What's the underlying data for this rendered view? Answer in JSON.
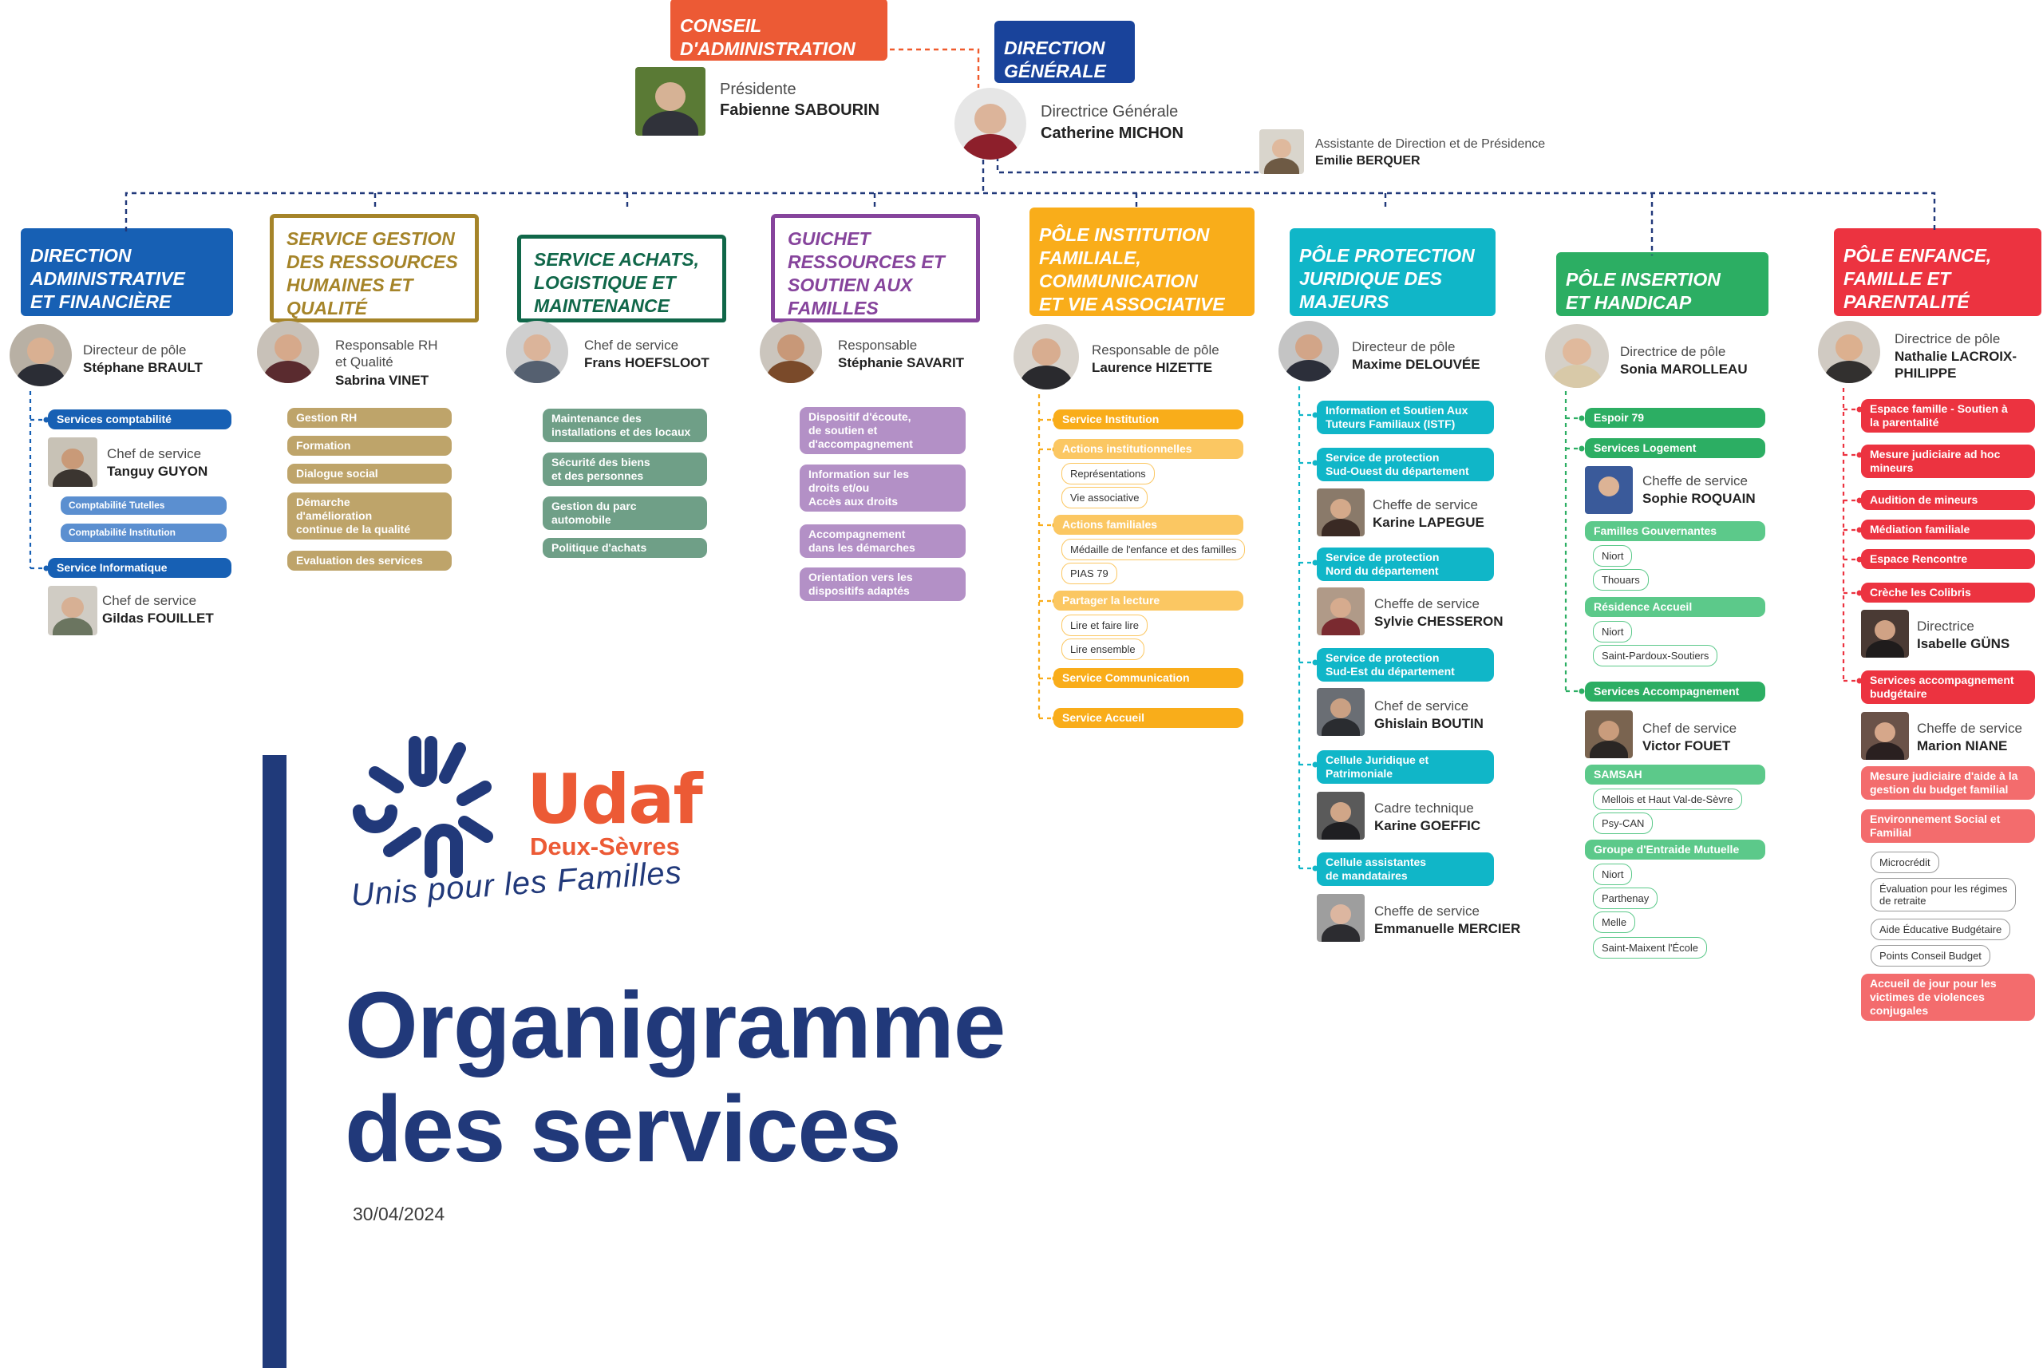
{
  "colors": {
    "conseil": "#f05a2c",
    "direction": "#19439b",
    "daf": "#1760b4",
    "rh": "#a58429",
    "rh_light": "#bea46a",
    "achats": "#106749",
    "achats_light": "#6f9f87",
    "guichet": "#86449c",
    "guichet_light": "#b390c6",
    "institution": "#f9ad1a",
    "institution_light": "#fbc762",
    "majeurs": "#10b6c8",
    "insertion": "#2cae63",
    "insertion_light": "#5cc98a",
    "enfance": "#ec3340",
    "enfance_light": "#f36c6d",
    "navy": "#21397a"
  },
  "top": {
    "conseil": {
      "title": "Conseil\nd'administration",
      "role": "Présidente",
      "name": "Fabienne SABOURIN"
    },
    "direction": {
      "title": "Direction\ngénérale",
      "role": "Directrice Générale",
      "name": "Catherine MICHON"
    },
    "assistante": {
      "role": "Assistante de Direction et de Présidence",
      "name": "Emilie BERQUER"
    }
  },
  "poles": [
    {
      "title": "Direction\nadministrative\net financière",
      "role": "Directeur de pôle",
      "name": "Stéphane BRAULT",
      "items": [
        {
          "label": "Services comptabilité"
        },
        {
          "role": "Chef de service",
          "name": "Tanguy GUYON"
        },
        {
          "label": "Comptabilité Tutelles"
        },
        {
          "label": "Comptabilité Institution"
        },
        {
          "label": "Service Informatique"
        },
        {
          "role": "Chef de service",
          "name": "Gildas FOUILLET"
        }
      ]
    },
    {
      "title": "Service gestion\ndes ressources\nhumaines et\nqualité",
      "role": "Responsable RH\net Qualité",
      "name": "Sabrina VINET",
      "items": [
        {
          "label": "Gestion RH"
        },
        {
          "label": "Formation"
        },
        {
          "label": "Dialogue social"
        },
        {
          "label": "Démarche\nd'amélioration\n  continue de la qualité"
        },
        {
          "label": "Evaluation des services"
        }
      ]
    },
    {
      "title": "Service achats,\nlogistique et\nmaintenance",
      "role": "Chef de service",
      "name": "Frans HOEFSLOOT",
      "items": [
        {
          "label": "Maintenance des\ninstallations et des locaux"
        },
        {
          "label": "Sécurité des biens\n   et des personnes"
        },
        {
          "label": "Gestion du parc\n       automobile"
        },
        {
          "label": "Politique d'achats"
        }
      ]
    },
    {
      "title": "Guichet\nressources et\nsoutien aux\nfamilles",
      "role": "Responsable",
      "name": "Stéphanie SAVARIT",
      "items": [
        {
          "label": "Dispositif d'écoute,\nde soutien et\n   d'accompagnement"
        },
        {
          "label": "Information sur les\ndroits et/ou\n  Accès aux droits"
        },
        {
          "label": "Accompagnement\n   dans les démarches"
        },
        {
          "label": "Orientation vers les\n   dispositifs adaptés"
        }
      ]
    },
    {
      "title": "Pôle institution\nfamiliale,\ncommunication\net vie associative",
      "role": "Responsable de pôle",
      "name": "Laurence HIZETTE",
      "items": [
        {
          "label": "Service Institution"
        },
        {
          "label": "Actions institutionnelles"
        },
        {
          "label": "Représentations"
        },
        {
          "label": "Vie associative"
        },
        {
          "label": "Actions familiales"
        },
        {
          "label": "Médaille de l'enfance et des familles"
        },
        {
          "label": "PIAS 79"
        },
        {
          "label": "Partager la lecture"
        },
        {
          "label": "Lire et faire lire"
        },
        {
          "label": "Lire ensemble"
        },
        {
          "label": "Service Communication"
        },
        {
          "label": "Service Accueil"
        }
      ]
    },
    {
      "title": "Pôle protection\njuridique des\nmajeurs",
      "role": "Directeur de pôle",
      "name": "Maxime DELOUVÉE",
      "items": [
        {
          "label": "Information et Soutien Aux\nTuteurs Familiaux (ISTF)"
        },
        {
          "label": "Service de protection\nSud-Ouest du département"
        },
        {
          "role": "Cheffe de service",
          "name": "Karine LAPEGUE"
        },
        {
          "label": "Service de protection\nNord du département"
        },
        {
          "role": "Cheffe de service",
          "name": "Sylvie CHESSERON"
        },
        {
          "label": "Service de protection\nSud-Est du département"
        },
        {
          "role": "Chef de service",
          "name": "Ghislain BOUTIN"
        },
        {
          "label": "Cellule Juridique et\nPatrimoniale"
        },
        {
          "role": "Cadre technique",
          "name": "Karine GOEFFIC"
        },
        {
          "label": "Cellule assistantes\nde mandataires"
        },
        {
          "role": "Cheffe de service",
          "name": "Emmanuelle MERCIER"
        }
      ]
    },
    {
      "title": "Pôle insertion\net handicap",
      "role": "Directrice de pôle",
      "name": "Sonia MAROLLEAU",
      "items": [
        {
          "label": "Espoir 79"
        },
        {
          "label": "Services Logement"
        },
        {
          "role": "Cheffe de service",
          "name": "Sophie ROQUAIN"
        },
        {
          "label": "Familles Gouvernantes"
        },
        {
          "label": "Niort"
        },
        {
          "label": "Thouars"
        },
        {
          "label": "Résidence Accueil"
        },
        {
          "label": "Niort"
        },
        {
          "label": "Saint-Pardoux-Soutiers"
        },
        {
          "label": "Services Accompagnement"
        },
        {
          "role": "Chef de service",
          "name": "Victor FOUET"
        },
        {
          "label": "SAMSAH"
        },
        {
          "label": "Mellois et Haut Val-de-Sèvre"
        },
        {
          "label": "Psy-CAN"
        },
        {
          "label": "Groupe d'Entraide Mutuelle"
        },
        {
          "label": "Niort"
        },
        {
          "label": "Parthenay"
        },
        {
          "label": "Melle"
        },
        {
          "label": "Saint-Maixent l'École"
        }
      ]
    },
    {
      "title": "Pôle enfance,\nfamille et\nparentalité",
      "role": "Directrice de pôle",
      "name": "Nathalie LACROIX-\nPHILIPPE",
      "items": [
        {
          "label": "Espace famille - Soutien à\nla parentalité"
        },
        {
          "label": "Mesure judiciaire ad hoc\nmineurs"
        },
        {
          "label": "Audition de mineurs"
        },
        {
          "label": "Médiation familiale"
        },
        {
          "label": "Espace Rencontre"
        },
        {
          "label": "Crèche les Colibris"
        },
        {
          "role": "Directrice",
          "name": "Isabelle GÜNS"
        },
        {
          "label": "Services accompagnement\nbudgétaire"
        },
        {
          "role": "Cheffe de service",
          "name": "Marion NIANE"
        },
        {
          "label": "Mesure judiciaire d'aide à la\ngestion du budget familial"
        },
        {
          "label": "Environnement Social et\nFamilial"
        },
        {
          "label": "Microcrédit"
        },
        {
          "label": "Évaluation pour les régimes\nde retraite"
        },
        {
          "label": "Aide Éducative Budgétaire"
        },
        {
          "label": "Points Conseil Budget"
        },
        {
          "label": "Accueil de jour pour les\nvictimes de violences\nconjugales"
        }
      ]
    }
  ],
  "branding": {
    "logo_word": "Udaf",
    "logo_sub": "Deux-Sèvres",
    "slogan": "Unis pour les Familles",
    "title_line1": "Organigramme",
    "title_line2": "des services",
    "date": "30/04/2024"
  }
}
